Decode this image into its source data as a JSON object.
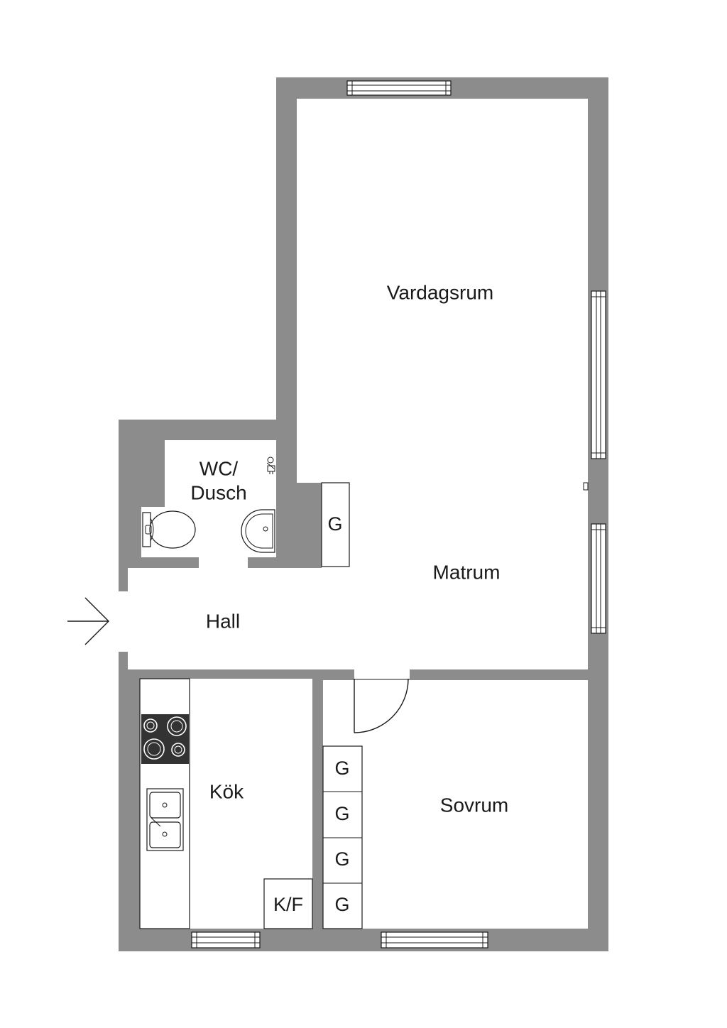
{
  "rooms": {
    "vardagsrum": "Vardagsrum",
    "wc_line1": "WC/",
    "wc_line2": "Dusch",
    "matrum": "Matrum",
    "hall": "Hall",
    "kok": "Kök",
    "sovrum": "Sovrum"
  },
  "fixtures": {
    "wardrobe_hall": "G",
    "wardrobe_1": "G",
    "wardrobe_2": "G",
    "wardrobe_3": "G",
    "wardrobe_4": "G",
    "fridge_freezer": "K/F"
  },
  "colors": {
    "wall": "#8c8c8c",
    "line": "#1a1a1a",
    "stove": "#333333"
  }
}
